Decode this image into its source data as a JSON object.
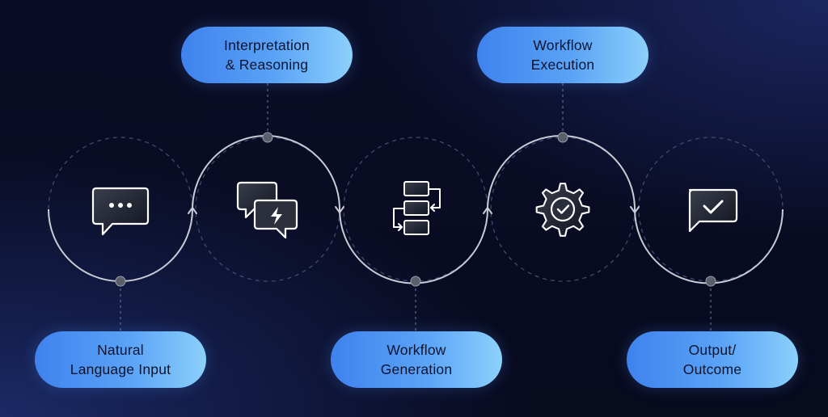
{
  "steps": [
    {
      "label": "Natural\nLanguage Input",
      "icon": "chat-dots-icon"
    },
    {
      "label": "Interpretation\n& Reasoning",
      "icon": "chat-bolt-icon"
    },
    {
      "label": "Workflow\nGeneration",
      "icon": "workflow-blocks-icon"
    },
    {
      "label": "Workflow\nExecution",
      "icon": "gear-check-icon"
    },
    {
      "label": "Output/\nOutcome",
      "icon": "chat-check-icon"
    }
  ],
  "colors": {
    "background": "#0a0d26",
    "pill_start": "#3f82ee",
    "pill_end": "#8cd0fb",
    "path": "#c9ccd6",
    "dashed": "#3d4a72",
    "node": "#5b5f6a"
  }
}
